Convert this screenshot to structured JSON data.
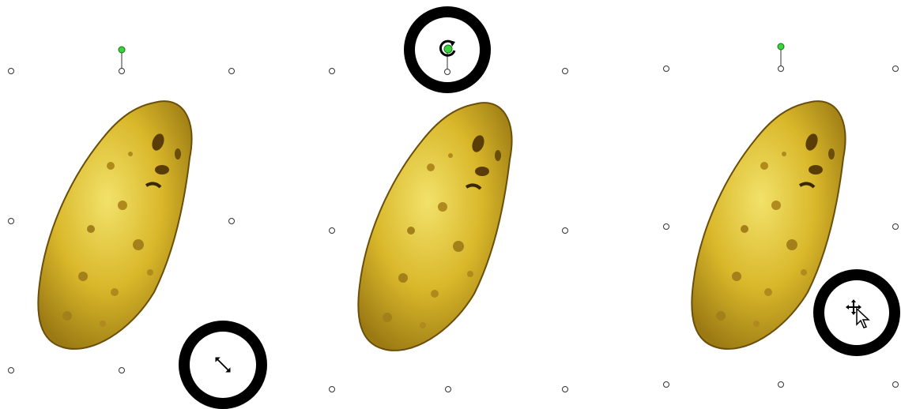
{
  "panels": [
    {
      "id": "resize",
      "highlight": "resize-cursor"
    },
    {
      "id": "rotate",
      "highlight": "rotate-cursor"
    },
    {
      "id": "move",
      "highlight": "move-cursor"
    }
  ],
  "icons": [
    "resize-diagonal-icon",
    "rotate-icon",
    "move-arrow-icon"
  ],
  "colors": {
    "potato_skin": "#d9b72a",
    "potato_shadow": "#9b7a14",
    "rotation_handle": "#39d43c",
    "highlight_ring": "#000000"
  }
}
